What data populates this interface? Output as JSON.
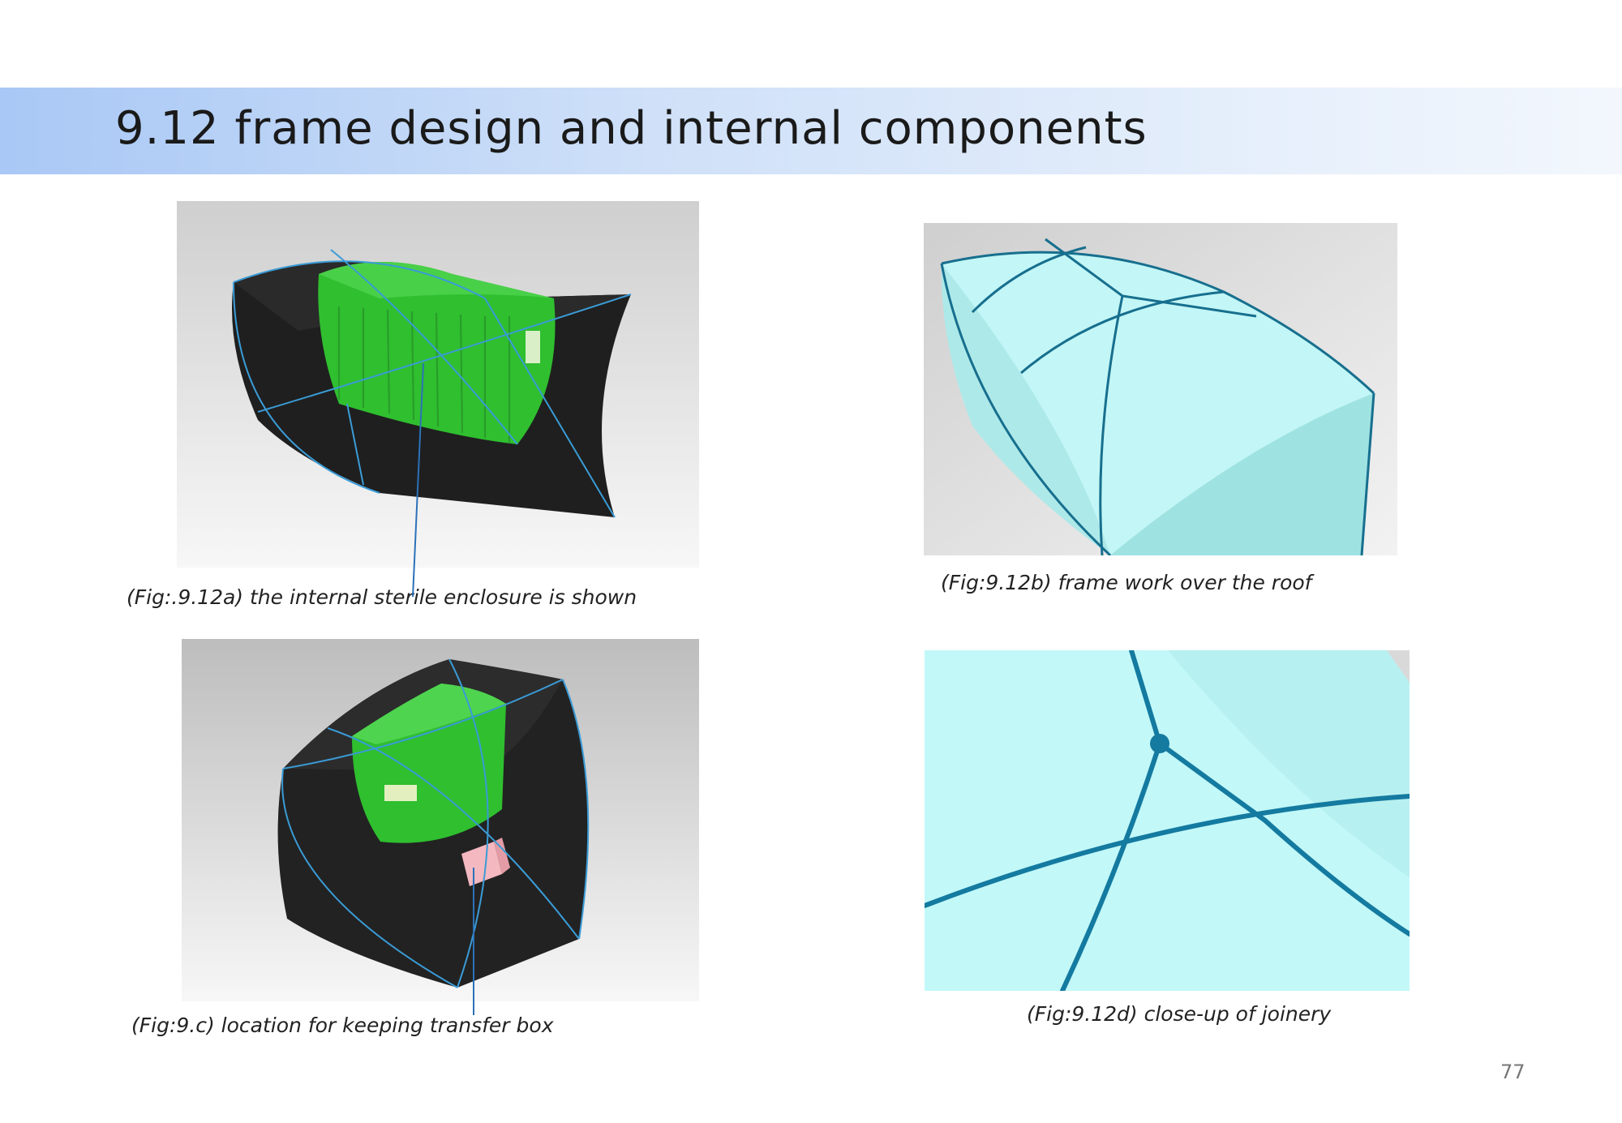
{
  "slide": {
    "title": "9.12 frame design and internal components",
    "page_number": "77"
  },
  "figures": {
    "a": {
      "caption": "(Fig:.9.12a)  the internal sterile enclosure is shown"
    },
    "b": {
      "caption": "(Fig:9.12b) frame work over the roof"
    },
    "c": {
      "caption": "(Fig:9.c)  location for keeping transfer box"
    },
    "d": {
      "caption": "(Fig:9.12d)  close-up of joinery"
    }
  },
  "colors": {
    "title_band": "#a9c8f5",
    "enclosure_black": "#1f1f1f",
    "sterile_green": "#2fbf2f",
    "roof_cyan": "#b9f2f2",
    "frame_blue": "#1a78a8",
    "transfer_box_pink": "#f4b8c0"
  }
}
